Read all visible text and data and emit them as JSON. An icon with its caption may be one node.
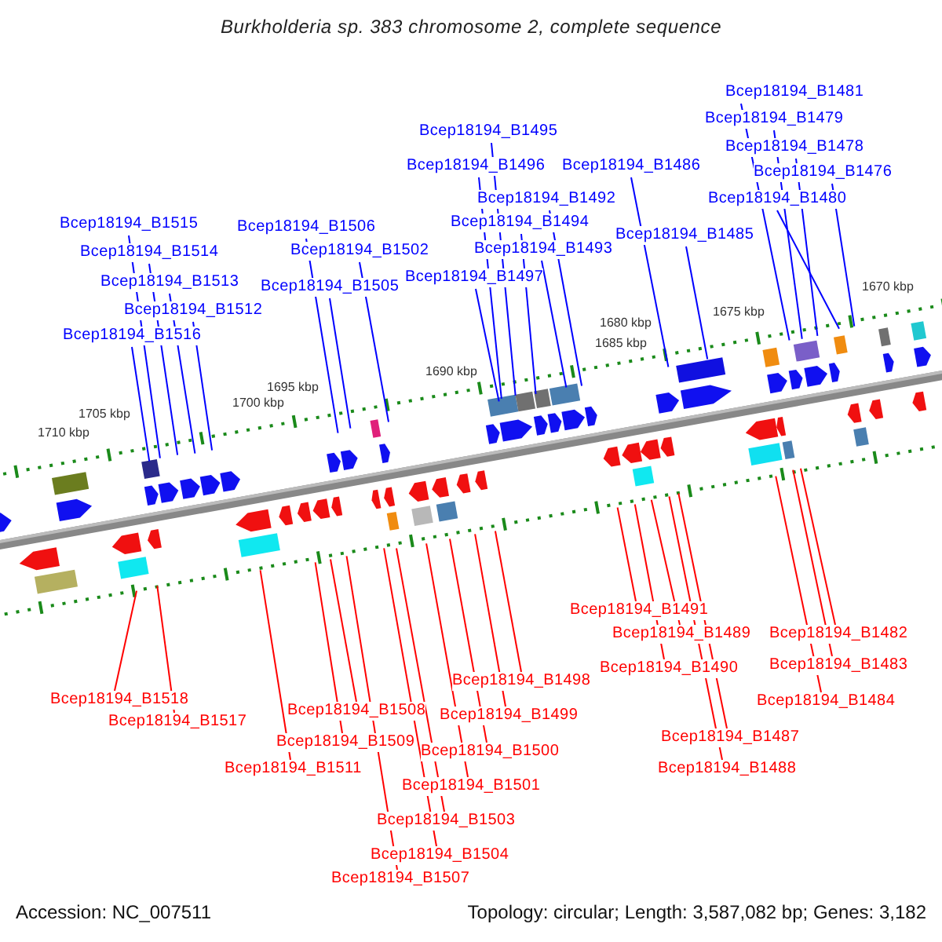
{
  "diagram": {
    "title": "Burkholderia sp. 383 chromosome 2, complete sequence",
    "nodes": [
      {
        "text": [
          "Bcep18194_B1481"
        ]
      },
      {
        "text": [
          "Bcep18194_B1479"
        ]
      },
      {
        "text": [
          "Bcep18194_B1495"
        ]
      },
      {
        "text": [
          "Bcep18194_B1478"
        ]
      },
      {
        "text": [
          "Bcep18194_B1496"
        ]
      },
      {
        "text": [
          "Bcep18194_B1486"
        ]
      },
      {
        "text": [
          "Bcep18194_B1476"
        ]
      },
      {
        "text": [
          "Bcep18194_B1492"
        ]
      },
      {
        "text": [
          "Bcep18194_B1480"
        ]
      },
      {
        "text": [
          "Bcep18194_B1494"
        ]
      },
      {
        "text": [
          "Bcep18194_B1515"
        ]
      },
      {
        "text": [
          "Bcep18194_B1506"
        ]
      },
      {
        "text": [
          "Bcep18194_B1485"
        ]
      },
      {
        "text": [
          "Bcep18194_B1493"
        ]
      },
      {
        "text": [
          "Bcep18194_B1514"
        ]
      },
      {
        "text": [
          "Bcep18194_B1502"
        ]
      },
      {
        "text": [
          "Bcep18194_B1497"
        ]
      },
      {
        "text": [
          "Bcep18194_B1513"
        ]
      },
      {
        "text": [
          "Bcep18194_B1505"
        ]
      },
      {
        "text": [
          "Bcep18194_B1512"
        ]
      },
      {
        "text": [
          "Bcep18194_B1516"
        ]
      },
      {
        "text": [
          "Bcep18194_B1491"
        ]
      },
      {
        "text": [
          "Bcep18194_B1489"
        ]
      },
      {
        "text": [
          "Bcep18194_B1482"
        ]
      },
      {
        "text": [
          "Bcep18194_B1490"
        ]
      },
      {
        "text": [
          "Bcep18194_B1483"
        ]
      },
      {
        "text": [
          "Bcep18194_B1498"
        ]
      },
      {
        "text": [
          "Bcep18194_B1518"
        ]
      },
      {
        "text": [
          "Bcep18194_B1484"
        ]
      },
      {
        "text": [
          "Bcep18194_B1508"
        ]
      },
      {
        "text": [
          "Bcep18194_B1499"
        ]
      },
      {
        "text": [
          "Bcep18194_B1517"
        ]
      },
      {
        "text": [
          "Bcep18194_B1487"
        ]
      },
      {
        "text": [
          "Bcep18194_B1509"
        ]
      },
      {
        "text": [
          "Bcep18194_B1500"
        ]
      },
      {
        "text": [
          "Bcep18194_B1511"
        ]
      },
      {
        "text": [
          "Bcep18194_B1488"
        ]
      },
      {
        "text": [
          "Bcep18194_B1501"
        ]
      },
      {
        "text": [
          "Bcep18194_B1503"
        ]
      },
      {
        "text": [
          "Bcep18194_B1504"
        ]
      },
      {
        "text": [
          "Bcep18194_B1507"
        ]
      }
    ],
    "edges": [
      {
        "from": 0,
        "to": null,
        "arrow": "none"
      },
      {
        "from": 1,
        "to": null,
        "arrow": "none"
      },
      {
        "from": 2,
        "to": null,
        "arrow": "none"
      },
      {
        "from": 3,
        "to": null,
        "arrow": "none"
      },
      {
        "from": 4,
        "to": null,
        "arrow": "none"
      },
      {
        "from": 5,
        "to": null,
        "arrow": "none"
      },
      {
        "from": 6,
        "to": null,
        "arrow": "none"
      },
      {
        "from": 7,
        "to": null,
        "arrow": "none"
      },
      {
        "from": 8,
        "to": null,
        "arrow": "none"
      },
      {
        "from": 9,
        "to": null,
        "arrow": "none"
      },
      {
        "from": 10,
        "to": null,
        "arrow": "none"
      },
      {
        "from": 11,
        "to": null,
        "arrow": "none"
      },
      {
        "from": 12,
        "to": null,
        "arrow": "none"
      },
      {
        "from": 13,
        "to": null,
        "arrow": "none"
      },
      {
        "from": 14,
        "to": null,
        "arrow": "none"
      },
      {
        "from": 15,
        "to": null,
        "arrow": "none"
      },
      {
        "from": 16,
        "to": null,
        "arrow": "none"
      },
      {
        "from": 17,
        "to": null,
        "arrow": "none"
      },
      {
        "from": 18,
        "to": null,
        "arrow": "none"
      },
      {
        "from": 19,
        "to": null,
        "arrow": "none"
      },
      {
        "from": 20,
        "to": null,
        "arrow": "none"
      },
      {
        "from": 21,
        "to": null,
        "arrow": "none",
        "color": "#ff0000"
      },
      {
        "from": 22,
        "to": null,
        "arrow": "none",
        "color": "#ff0000"
      },
      {
        "from": 23,
        "to": null,
        "arrow": "none",
        "color": "#ff0000"
      },
      {
        "from": 24,
        "to": null,
        "arrow": "none",
        "color": "#ff0000"
      },
      {
        "from": 25,
        "to": null,
        "arrow": "none",
        "color": "#ff0000"
      },
      {
        "from": 26,
        "to": null,
        "arrow": "none",
        "color": "#ff0000"
      },
      {
        "from": 27,
        "to": null,
        "arrow": "none",
        "color": "#ff0000"
      },
      {
        "from": 28,
        "to": null,
        "arrow": "none",
        "color": "#ff0000"
      },
      {
        "from": 29,
        "to": null,
        "arrow": "none",
        "color": "#ff0000"
      },
      {
        "from": 30,
        "to": null,
        "arrow": "none",
        "color": "#ff0000"
      },
      {
        "from": 31,
        "to": null,
        "arrow": "none",
        "color": "#ff0000"
      },
      {
        "from": 32,
        "to": null,
        "arrow": "none",
        "color": "#ff0000"
      },
      {
        "from": 33,
        "to": null,
        "arrow": "none",
        "color": "#ff0000"
      },
      {
        "from": 34,
        "to": null,
        "arrow": "none",
        "color": "#ff0000"
      },
      {
        "from": 35,
        "to": null,
        "arrow": "none",
        "color": "#ff0000"
      },
      {
        "from": 36,
        "to": null,
        "arrow": "none",
        "color": "#ff0000"
      },
      {
        "from": 37,
        "to": null,
        "arrow": "none",
        "color": "#ff0000"
      },
      {
        "from": 38,
        "to": null,
        "arrow": "none",
        "color": "#ff0000"
      },
      {
        "from": 39,
        "to": null,
        "arrow": "none",
        "color": "#ff0000"
      },
      {
        "from": 40,
        "to": null,
        "arrow": "none",
        "color": "#ff0000"
      }
    ],
    "labels": [
      "1710 kbp",
      "1705 kbp",
      "1700 kbp",
      "1695 kbp",
      "1690 kbp",
      "1685 kbp",
      "1680 kbp",
      "1675 kbp",
      "1670 kbp",
      "Accession: NC_007511",
      "Topology: circular; Length: 3,587,082 bp; Genes: 3,182"
    ]
  }
}
